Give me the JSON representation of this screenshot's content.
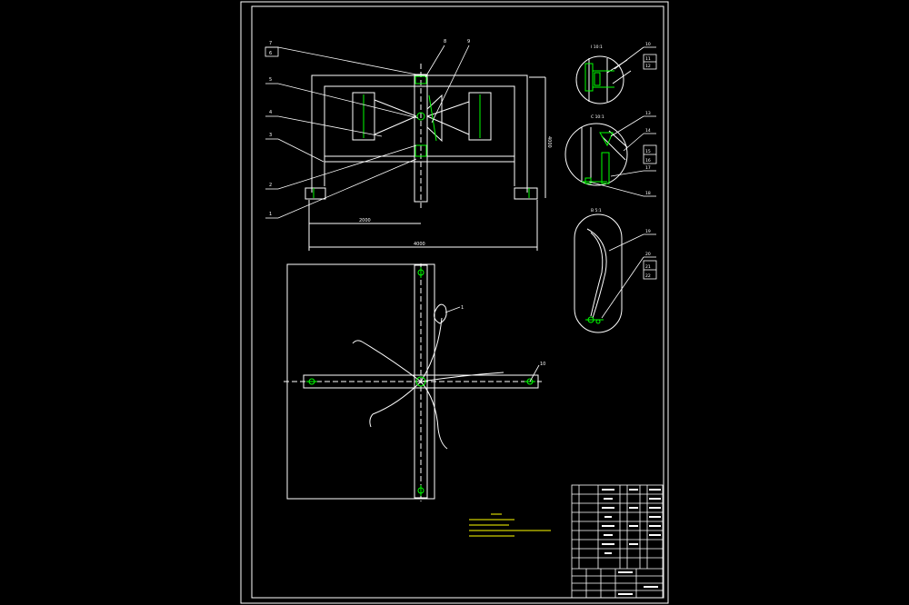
{
  "colors": {
    "background": "#000000",
    "line": "#ffffff",
    "highlight": "#00ff00",
    "note": "#ffff00",
    "table_text": "#ff66ff"
  },
  "callouts_main": [
    "7",
    "6",
    "5",
    "4",
    "3",
    "2",
    "1"
  ],
  "callouts_top": [
    "8",
    "9"
  ],
  "callouts_detail": [
    "10",
    "11",
    "12",
    "13",
    "14",
    "15",
    "16",
    "17",
    "18",
    "19",
    "20",
    "21",
    "22"
  ],
  "detail_labels": [
    "I 10:1",
    "C 10:1",
    "B 5:1"
  ],
  "dims": [
    "4000",
    "2000",
    "4000"
  ]
}
